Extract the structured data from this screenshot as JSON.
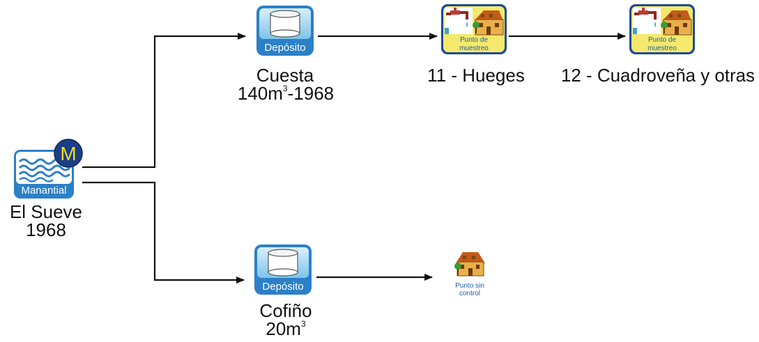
{
  "nodes": {
    "source": {
      "icon_label": "Manantial",
      "badge": "M",
      "name": "El Sueve",
      "year": "1968",
      "icon": "spring-icon"
    },
    "tank_top": {
      "icon_label": "Depósito",
      "name": "Cuesta",
      "capacity_value": "140m",
      "capacity_exp": "3",
      "capacity_suffix": "-1968",
      "icon": "tank-icon"
    },
    "tank_bottom": {
      "icon_label": "Depósito",
      "name": "Cofiño",
      "capacity_value": "20m",
      "capacity_exp": "3",
      "icon": "tank-icon"
    },
    "sample_1": {
      "icon_label_line1": "Punto de",
      "icon_label_line2": "muestreo",
      "name": "11 - Hueges",
      "icon": "sampling-point-icon"
    },
    "sample_2": {
      "icon_label_line1": "Punto de",
      "icon_label_line2": "muestreo",
      "name": "12 - Cuadroveña y otras",
      "icon": "sampling-point-icon"
    },
    "uncontrolled": {
      "label_line1": "Punto sin",
      "label_line2": "control",
      "icon": "house-icon"
    }
  },
  "colors": {
    "icon_blue": "#2b80c8",
    "icon_light": "#bfe3f7",
    "badge_bg": "#1b3f86",
    "badge_text": "#f2dc1c",
    "sample_bg": "#f4e96c",
    "text_blue": "#1f5fa8"
  }
}
